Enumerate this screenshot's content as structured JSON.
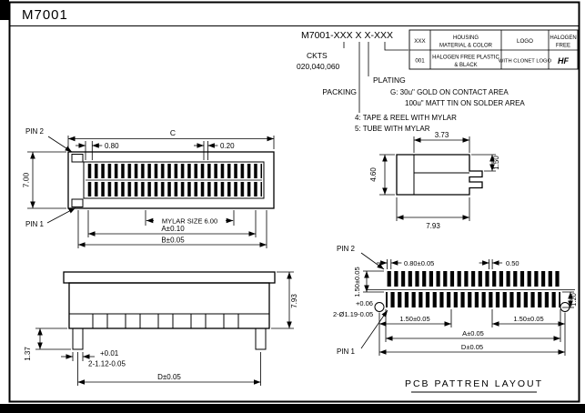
{
  "colors": {
    "ink": "#000000",
    "paper": "#ffffff"
  },
  "title_block": {
    "part_number": "M7001"
  },
  "ordering": {
    "code": "M7001-XXX X X-XXX",
    "ckts_label": "CKTS",
    "ckts_values": "020,040,060",
    "packing_label": "PACKING",
    "packing_options": [
      "4: TAPE & REEL WITH MYLAR",
      "5: TUBE WITH MYLAR"
    ],
    "plating_label": "PLATING",
    "plating_options": [
      "G: 30u\" GOLD ON CONTACT AREA",
      "100u\" MATT TIN ON SOLDER AREA"
    ]
  },
  "spec_table": {
    "headers": {
      "code": "XXX",
      "housing": [
        "HOUSING",
        "MATERIAL & COLOR"
      ],
      "logo": "LOGO",
      "halogen": [
        "HALOGEN",
        "FREE"
      ]
    },
    "row": {
      "code": "001",
      "housing": [
        "HALOGEN FREE PLASTIC",
        "& BLACK"
      ],
      "logo": "WITH CLONET LOGO",
      "halogen": "HF"
    }
  },
  "top_view": {
    "pin2_label": "PIN 2",
    "pin1_label": "PIN 1",
    "dim_c": "C",
    "dim_pin_offset": "0.80",
    "dim_pin_width": "0.20",
    "dim_depth": "7.00",
    "mylar_note": "MYLAR SIZE 6.00",
    "dim_a": "A±0.10",
    "dim_b": "B±0.05"
  },
  "side_view": {
    "dim_top": "3.73",
    "dim_tab": "1.50",
    "dim_height": "4.60",
    "dim_width": "7.93"
  },
  "front_view": {
    "dim_height": "7.93",
    "dim_peg": "1.37",
    "peg_tol_upper": "+0.01",
    "peg_callout": "2-1.12-0.05",
    "dim_d": "D±0.05"
  },
  "pcb_layout": {
    "pin2_label": "PIN 2",
    "pin1_label": "PIN 1",
    "dim_pad_width": "0.80±0.05",
    "dim_pad_gap": "0.50",
    "dim_row_offset": "1.50±0.05",
    "dim_pad_length": "1.20",
    "hole_tol_upper": "+0.06",
    "hole_callout": "2-Ø1.19-0.05",
    "dim_hole_left": "1.50±0.05",
    "dim_hole_right": "1.50±0.05",
    "dim_a": "A±0.05",
    "dim_d": "D±0.05",
    "title": "PCB PATTREN LAYOUT"
  }
}
